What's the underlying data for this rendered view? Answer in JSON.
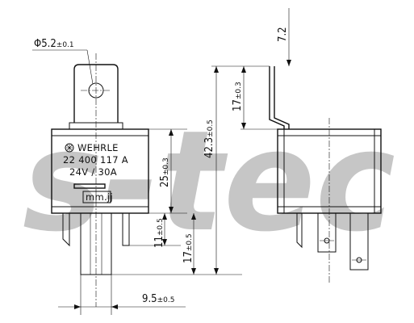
{
  "watermark": {
    "text": "s-tec",
    "color": "#b7b7b7"
  },
  "label": {
    "brand": "WEHRLE",
    "part_number": "22 400 117 A",
    "rating": "24V / 30A",
    "stamp": "mm.jj"
  },
  "dimensions": {
    "hole_diameter": {
      "main": "Φ5.2",
      "tol": "±0.1"
    },
    "bracket_offset": {
      "main": "7.2",
      "tol": ""
    },
    "bracket_height": {
      "main": "17",
      "tol": "±0.3"
    },
    "total_height": {
      "main": "42.3",
      "tol": "±0.5"
    },
    "body_height": {
      "main": "25",
      "tol": "±0.3"
    },
    "pin_length_short": {
      "main": "11",
      "tol": "±0.5"
    },
    "pin_length_long": {
      "main": "17",
      "tol": "±0.5"
    },
    "pin_spacing": {
      "main": "9.5",
      "tol": "±0.5"
    }
  }
}
